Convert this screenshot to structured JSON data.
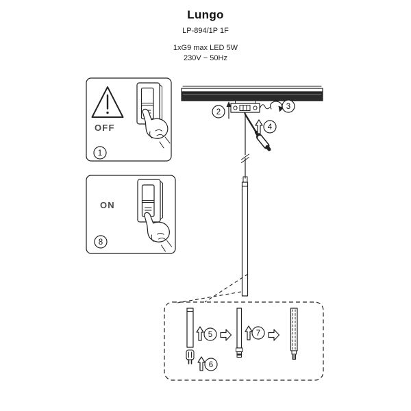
{
  "header": {
    "title": "Lungo",
    "model": "LP-894/1P 1F",
    "spec_line1": "1xG9  max LED 5W",
    "spec_line2": "230V ~ 50Hz"
  },
  "panels": {
    "off_label": "OFF",
    "on_label": "ON"
  },
  "steps": {
    "s1": "1",
    "s2": "2",
    "s3": "3",
    "s4": "4",
    "s5": "5",
    "s6": "6",
    "s7": "7",
    "s8": "8"
  },
  "colors": {
    "line": "#222222",
    "bar_fill": "#2a2a2a",
    "background": "#ffffff"
  }
}
